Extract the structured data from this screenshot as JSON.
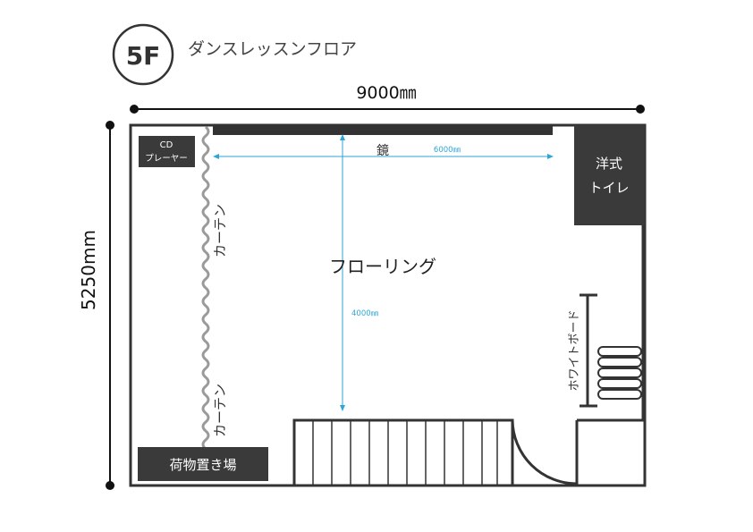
{
  "floor": {
    "badge": "5F",
    "title": "ダンスレッスンフロア"
  },
  "dimensions": {
    "width": "9000㎜",
    "height": "5250mm",
    "mirror_span": "6000㎜",
    "floor_span": "4000㎜"
  },
  "labels": {
    "mirror": "鏡",
    "flooring": "フローリング",
    "cd_player_line1": "CD",
    "cd_player_line2": "プレーヤー",
    "curtain_top": "カーテン",
    "curtain_bottom": "カーテン",
    "toilet_line1": "洋式",
    "toilet_line2": "トイレ",
    "whiteboard": "ホワイトボード",
    "storage": "荷物置き場"
  },
  "colors": {
    "wall": "#333333",
    "dark_box": "#3a3a3a",
    "dimension_blue": "#2fa6d6",
    "curtain": "#9a9a9a"
  }
}
